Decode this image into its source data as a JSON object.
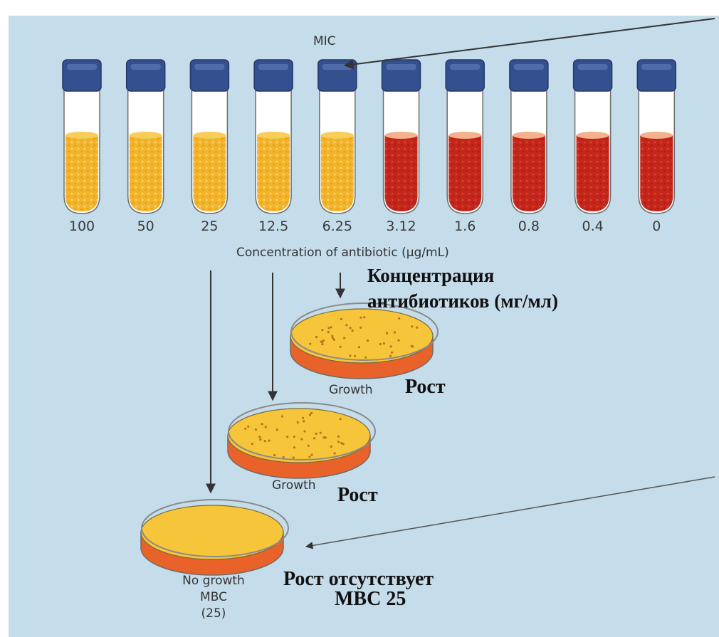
{
  "mic_label": "MIC",
  "concentrations": [
    "100",
    "50",
    "25",
    "12.5",
    "6.25",
    "3.12",
    "1.6",
    "0.8",
    "0.4",
    "0"
  ],
  "tube_states": [
    "clear",
    "clear",
    "clear",
    "clear",
    "clear",
    "turbid",
    "turbid",
    "turbid",
    "turbid",
    "turbid"
  ],
  "axis_label_en": "Concentration of antibiotic (µg/mL)",
  "axis_label_ru_line1": "Концентрация",
  "axis_label_ru_line2": "антибиотиков (мг/мл)",
  "plates": [
    {
      "label_en": "Growth",
      "label_ru": "Рост",
      "growth": true
    },
    {
      "label_en": "Growth",
      "label_ru": "Рост",
      "growth": true
    },
    {
      "label_en_line1": "No growth",
      "label_en_line2": "MBC",
      "label_en_line3": "(25)",
      "label_ru_line1": "Рост отсутствует",
      "label_ru_line2": "MBC 25",
      "growth": false
    }
  ],
  "colors": {
    "background": "#c5dcea",
    "cap": "#35508f",
    "clear_medium": "#f2b42a",
    "turbid_medium": "#c4261c",
    "agar_top": "#f7c53a",
    "agar_side": "#e8622a",
    "arrow": "#333333"
  }
}
